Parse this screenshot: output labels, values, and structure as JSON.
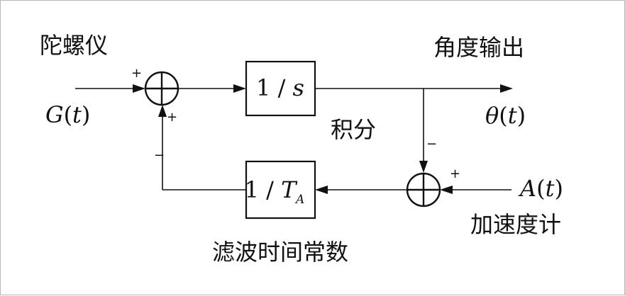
{
  "labels": {
    "gyro": "陀螺仪",
    "angle_output": "角度输出",
    "integral": "积分",
    "filter_time_constant": "滤波时间常数",
    "accelerometer": "加速度计"
  },
  "signals": {
    "gyro_input": {
      "name": "G",
      "arg": "t"
    },
    "accel_input": {
      "name": "A",
      "arg": "t"
    },
    "angle": {
      "name": "θ",
      "arg": "t"
    }
  },
  "blocks": {
    "integrator": {
      "num": "1",
      "sep": " / ",
      "den": "s"
    },
    "filter": {
      "num": "1",
      "sep": " / ",
      "den": "T",
      "den_sub": "A"
    }
  },
  "signs": {
    "sum1_top": "+",
    "sum1_bottom": "+",
    "feedback": "−",
    "theta_branch": "−",
    "sum2_right": "+"
  }
}
